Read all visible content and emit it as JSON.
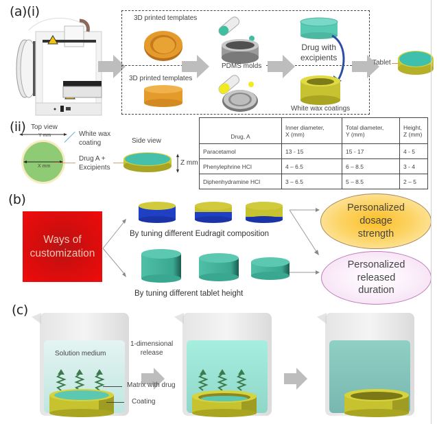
{
  "panel_a": {
    "label": "(a)(i)",
    "sub_label_ii": "(ii)",
    "top_row": {
      "templates_label": "3D printed templates",
      "molds_label": "PDMS molds",
      "drug_label_line1": "Drug with",
      "drug_label_line2": "excipients"
    },
    "bottom_row": {
      "templates_label": "3D printed templates",
      "coating_label": "White wax coatings"
    },
    "tablet_label": "Tablet",
    "schematic": {
      "top_view_label": "Top view",
      "y_dimension": "Y mm",
      "x_dimension": "X mm",
      "coating_line1": "White wax",
      "coating_line2": "coating",
      "drug_line1": "Drug A +",
      "drug_line2": "Excipients",
      "side_view_label": "Side view",
      "z_dimension": "Z mm"
    },
    "table": {
      "headers": [
        {
          "line1": "Drug, A",
          "line2": ""
        },
        {
          "line1": "Inner diameter,",
          "line2": "X (mm)"
        },
        {
          "line1": "Total diameter,",
          "line2": "Y (mm)"
        },
        {
          "line1": "Height,",
          "line2": "Z (mm)"
        }
      ],
      "rows": [
        [
          "Paracetamol",
          "13 - 15",
          "15 - 17",
          "4 - 5"
        ],
        [
          "Phenylephrine HCl",
          "4 – 6.5",
          "6 – 8.5",
          "3 - 4"
        ],
        [
          "Diphenhydramine HCl",
          "3 – 6.5",
          "5 – 8.5",
          "2 – 5"
        ]
      ]
    }
  },
  "panel_b": {
    "label": "(b)",
    "center_line1": "Ways of",
    "center_line2": "customization",
    "eudragit_caption": "By tuning different Eudragit composition",
    "height_caption": "By tuning different tablet height",
    "outcome_dose": [
      "Personalized",
      "dosage",
      "strength"
    ],
    "outcome_duration": [
      "Personalized",
      "released",
      "duration"
    ]
  },
  "panel_c": {
    "label": "(c)",
    "medium_label": "Solution medium",
    "release_line1": "1-dimensional",
    "release_line2": "release",
    "matrix_label": "Matrix with drug",
    "coating_label": "Coating"
  },
  "colors": {
    "wax_yellow": "#c7c230",
    "drug_teal": "#4fbfa8",
    "eudragit_blue": "#1f3fc4",
    "template_orange": "#e59a2c",
    "arrow_gray": "#bdbdbd",
    "customization_red": "#d40d0d"
  }
}
